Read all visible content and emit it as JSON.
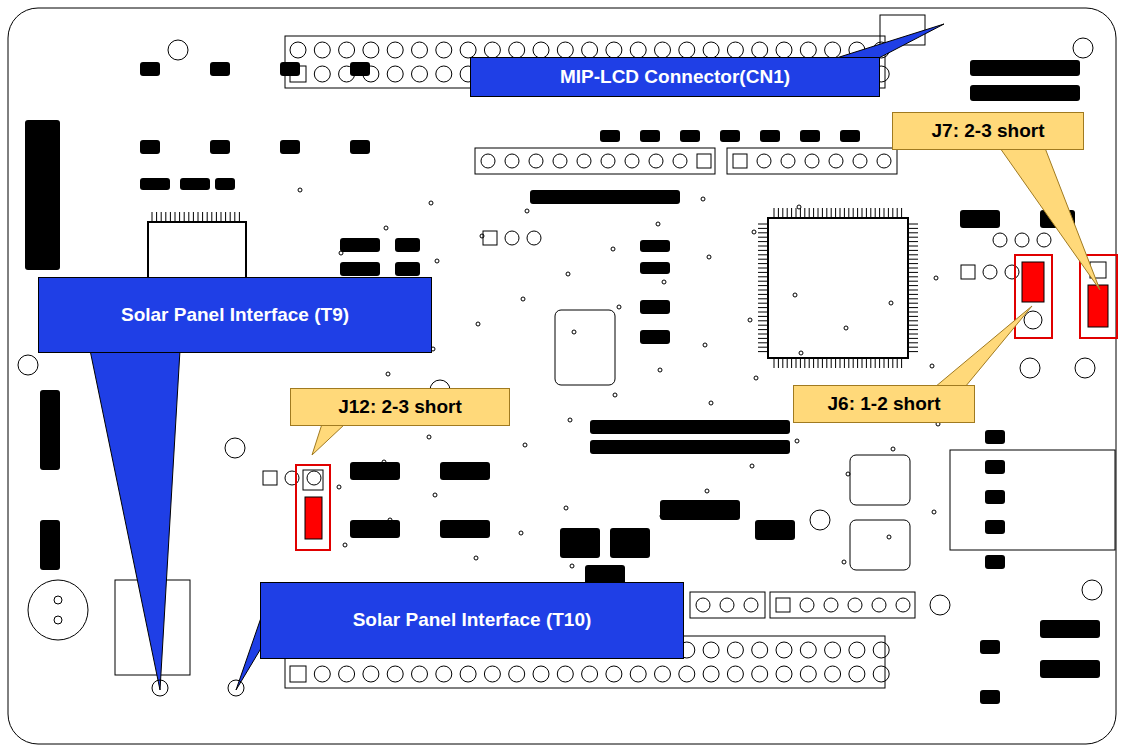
{
  "diagram": {
    "nodes": [
      {
        "text": [
          "MIP-LCD Connector(CN1)"
        ]
      },
      {
        "text": [
          "J7: 2-3 short"
        ]
      },
      {
        "text": [
          "Solar Panel Interface (T9)"
        ]
      },
      {
        "text": [
          "J12: 2-3 short"
        ]
      },
      {
        "text": [
          "J6: 1-2 short"
        ]
      },
      {
        "text": [
          "Solar Panel Interface (T10)"
        ]
      }
    ]
  }
}
